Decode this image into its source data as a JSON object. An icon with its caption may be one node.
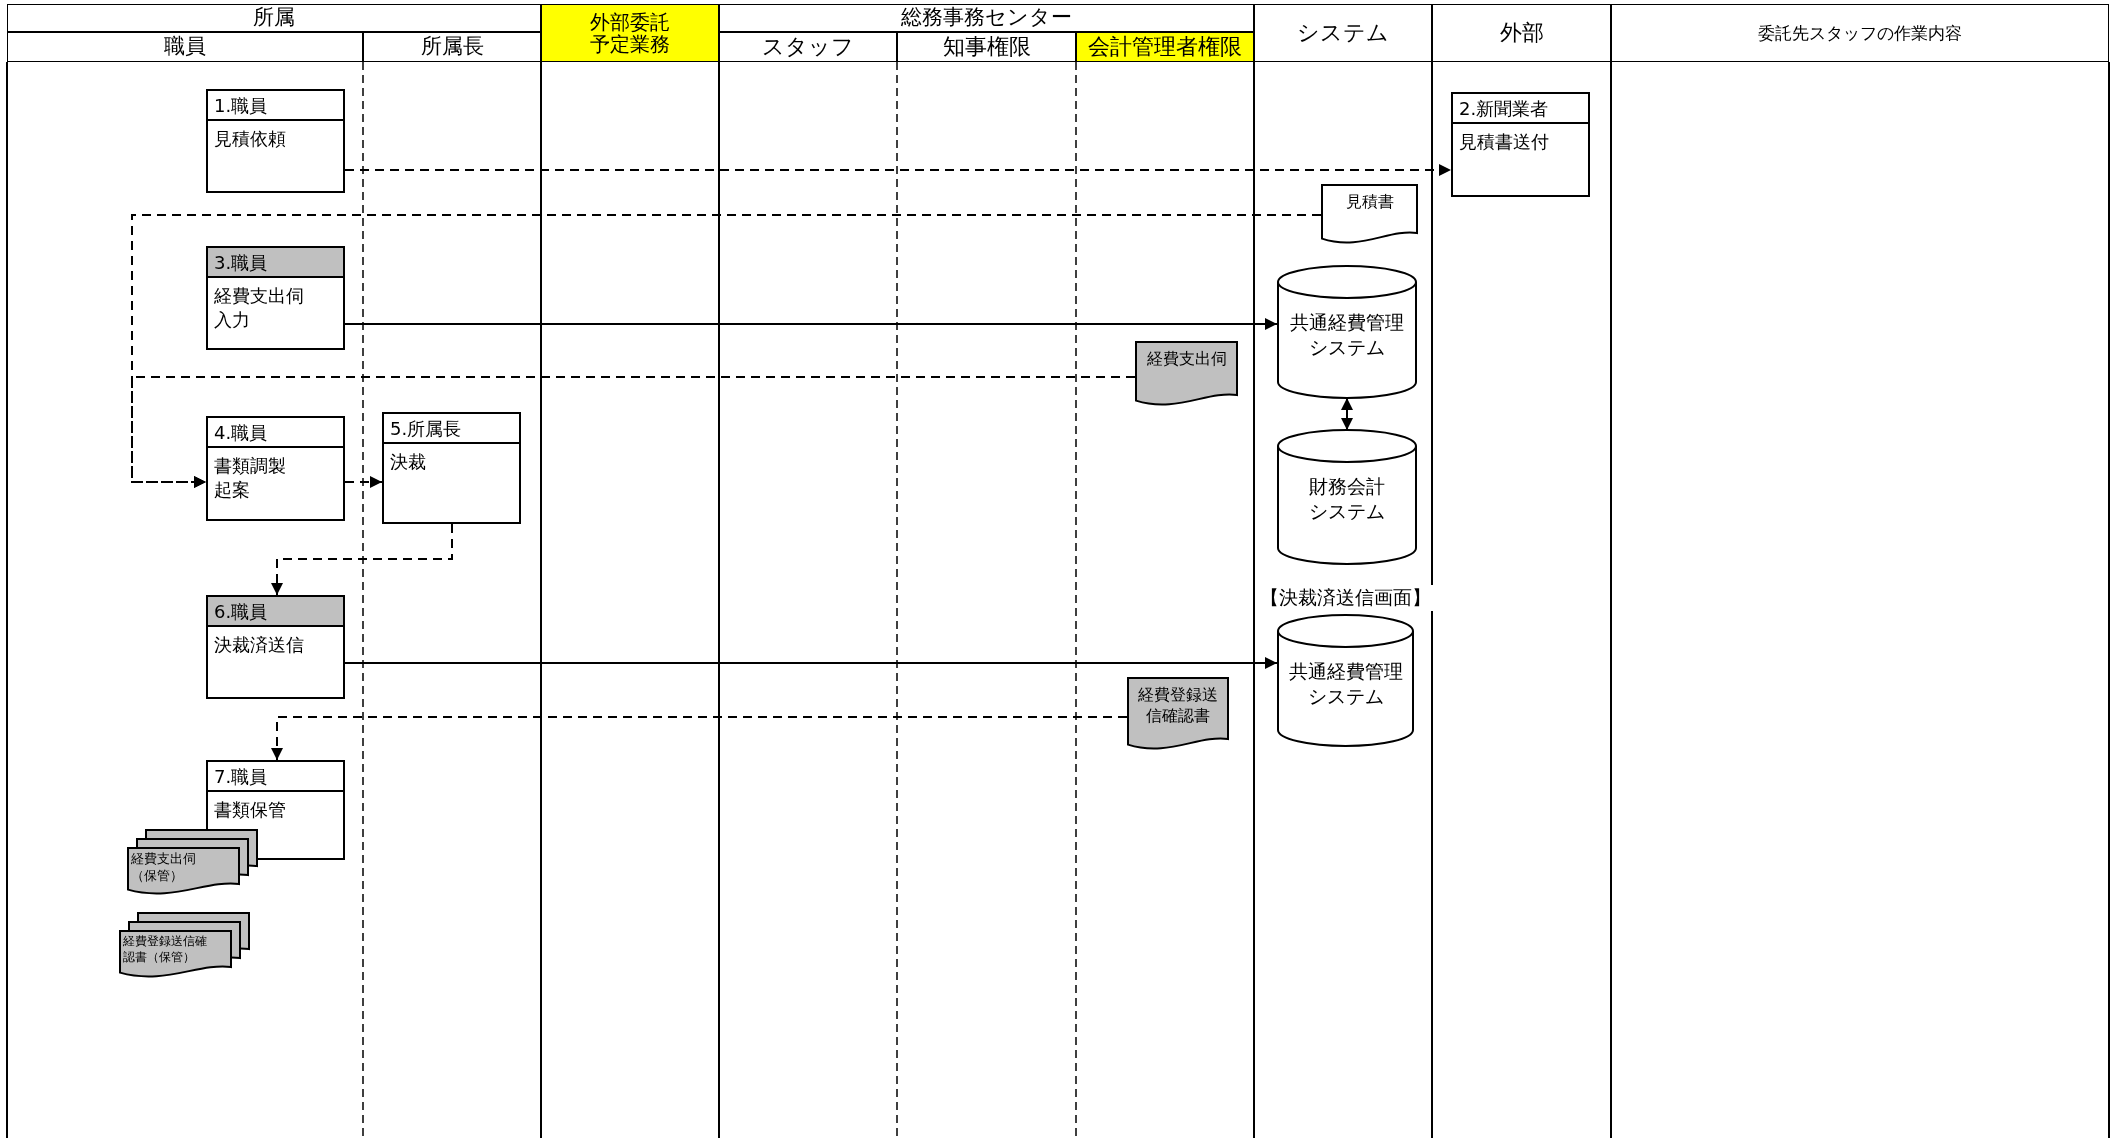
{
  "diagram": {
    "nodes": [
      {
        "text": [
          "1.職員",
          "見積依頼"
        ]
      },
      {
        "text": [
          "2.新聞業者",
          "見積書送付"
        ]
      },
      {
        "text": [
          "見積書"
        ]
      },
      {
        "text": [
          "3.職員",
          "経費支出伺入力"
        ]
      },
      {
        "text": [
          "共通経費管理システム"
        ]
      },
      {
        "text": [
          "経費支出伺"
        ]
      },
      {
        "text": [
          "4.職員",
          "書類調製起案"
        ]
      },
      {
        "text": [
          "5.所属長",
          "決裁"
        ]
      },
      {
        "text": [
          "財務会計システム"
        ]
      },
      {
        "text": [
          "6.職員",
          "決裁済送信"
        ]
      },
      {
        "text": [
          "共通経費管理システム"
        ],
        "beside": [
          "【決裁済送信画面】"
        ]
      },
      {
        "text": [
          "経費登録送信確認書"
        ]
      },
      {
        "text": [
          "7.職員",
          "書類保管"
        ]
      },
      {
        "text": [
          "経費支出伺（保管）"
        ]
      },
      {
        "text": [
          "経費登録送信確認書（保管）"
        ]
      }
    ],
    "edges": [
      {
        "from": 0,
        "to": 1,
        "arrow": "to",
        "style": "dashed"
      },
      {
        "from": 2,
        "to": 6,
        "arrow": "to",
        "style": "dashed"
      },
      {
        "from": 3,
        "to": 4,
        "arrow": "to"
      },
      {
        "from": 5,
        "to": 6,
        "arrow": "to",
        "style": "dashed"
      },
      {
        "from": 6,
        "to": 7,
        "arrow": "to",
        "style": "dashed"
      },
      {
        "from": 4,
        "to": 8,
        "arrow": "both"
      },
      {
        "from": 7,
        "to": 9,
        "arrow": "to",
        "style": "dashed"
      },
      {
        "from": 9,
        "to": 10,
        "arrow": "to"
      },
      {
        "from": 11,
        "to": 12,
        "arrow": "to",
        "style": "dashed"
      }
    ],
    "labels": [
      "所属",
      "外部委託予定業務",
      "総務事務センター",
      "システム",
      "外部",
      "委託先スタッフの作業内容",
      "職員",
      "所属長",
      "スタッフ",
      "知事権限",
      "会計管理者権限"
    ]
  }
}
